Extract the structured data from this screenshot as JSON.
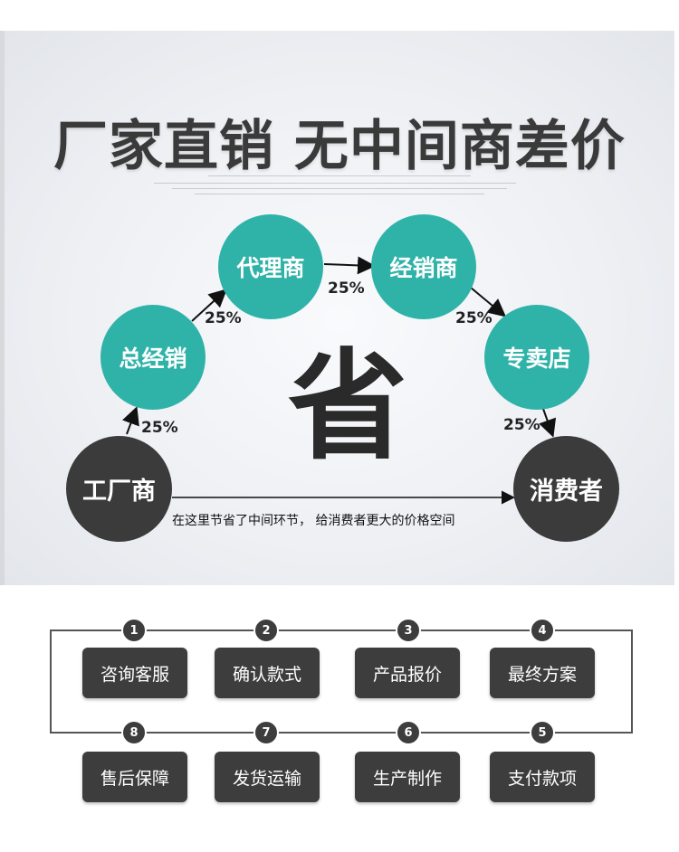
{
  "headline": "厂家直销 无中间商差价",
  "nodes": {
    "factory": "工厂商",
    "general_distributor": "总经销",
    "agent": "代理商",
    "dealer": "经销商",
    "store": "专卖店",
    "consumer": "消费者"
  },
  "percentages": {
    "factory_to_general": "25%",
    "general_to_agent": "25%",
    "agent_to_dealer": "25%",
    "dealer_to_store": "25%",
    "store_to_consumer": "25%"
  },
  "center_char": "省",
  "bottom_note": "在这里节省了中间环节， 给消费者更大的价格空间",
  "steps": [
    {
      "num": "1",
      "label": "咨询客服"
    },
    {
      "num": "2",
      "label": "确认款式"
    },
    {
      "num": "3",
      "label": "产品报价"
    },
    {
      "num": "4",
      "label": "最终方案"
    },
    {
      "num": "5",
      "label": "支付款项"
    },
    {
      "num": "6",
      "label": "生产制作"
    },
    {
      "num": "7",
      "label": "发货运输"
    },
    {
      "num": "8",
      "label": "售后保障"
    }
  ],
  "colors": {
    "teal": "#2fb3a8",
    "dark": "#3b3b3b"
  }
}
